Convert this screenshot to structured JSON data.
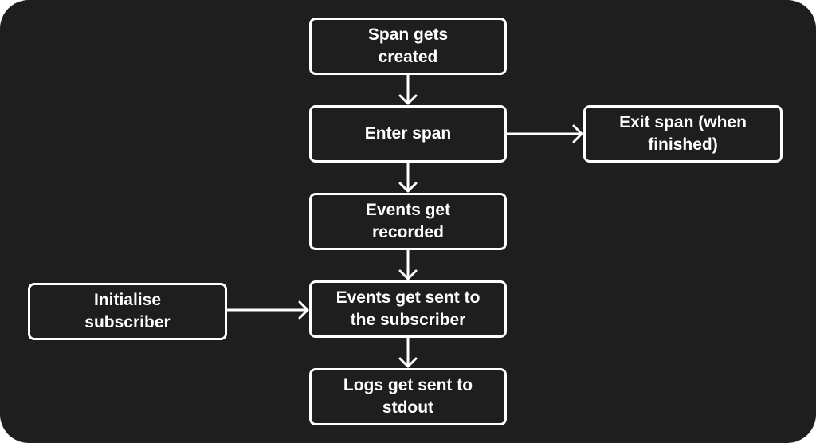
{
  "diagram": {
    "background": "#1e1e1e",
    "stroke_color": "#ffffff",
    "text_color": "#ffffff",
    "nodes": {
      "span_created": "Span gets\ncreated",
      "enter_span": "Enter span",
      "exit_span": "Exit span (when\nfinished)",
      "events_recorded": "Events get\nrecorded",
      "initialise_subscriber": "Initialise\nsubscriber",
      "events_sent": "Events get sent to\nthe subscriber",
      "logs_sent": "Logs get sent to\nstdout"
    },
    "edges": [
      {
        "from": "span_created",
        "to": "enter_span"
      },
      {
        "from": "enter_span",
        "to": "exit_span"
      },
      {
        "from": "enter_span",
        "to": "events_recorded"
      },
      {
        "from": "events_recorded",
        "to": "events_sent"
      },
      {
        "from": "initialise_subscriber",
        "to": "events_sent"
      },
      {
        "from": "events_sent",
        "to": "logs_sent"
      }
    ]
  }
}
